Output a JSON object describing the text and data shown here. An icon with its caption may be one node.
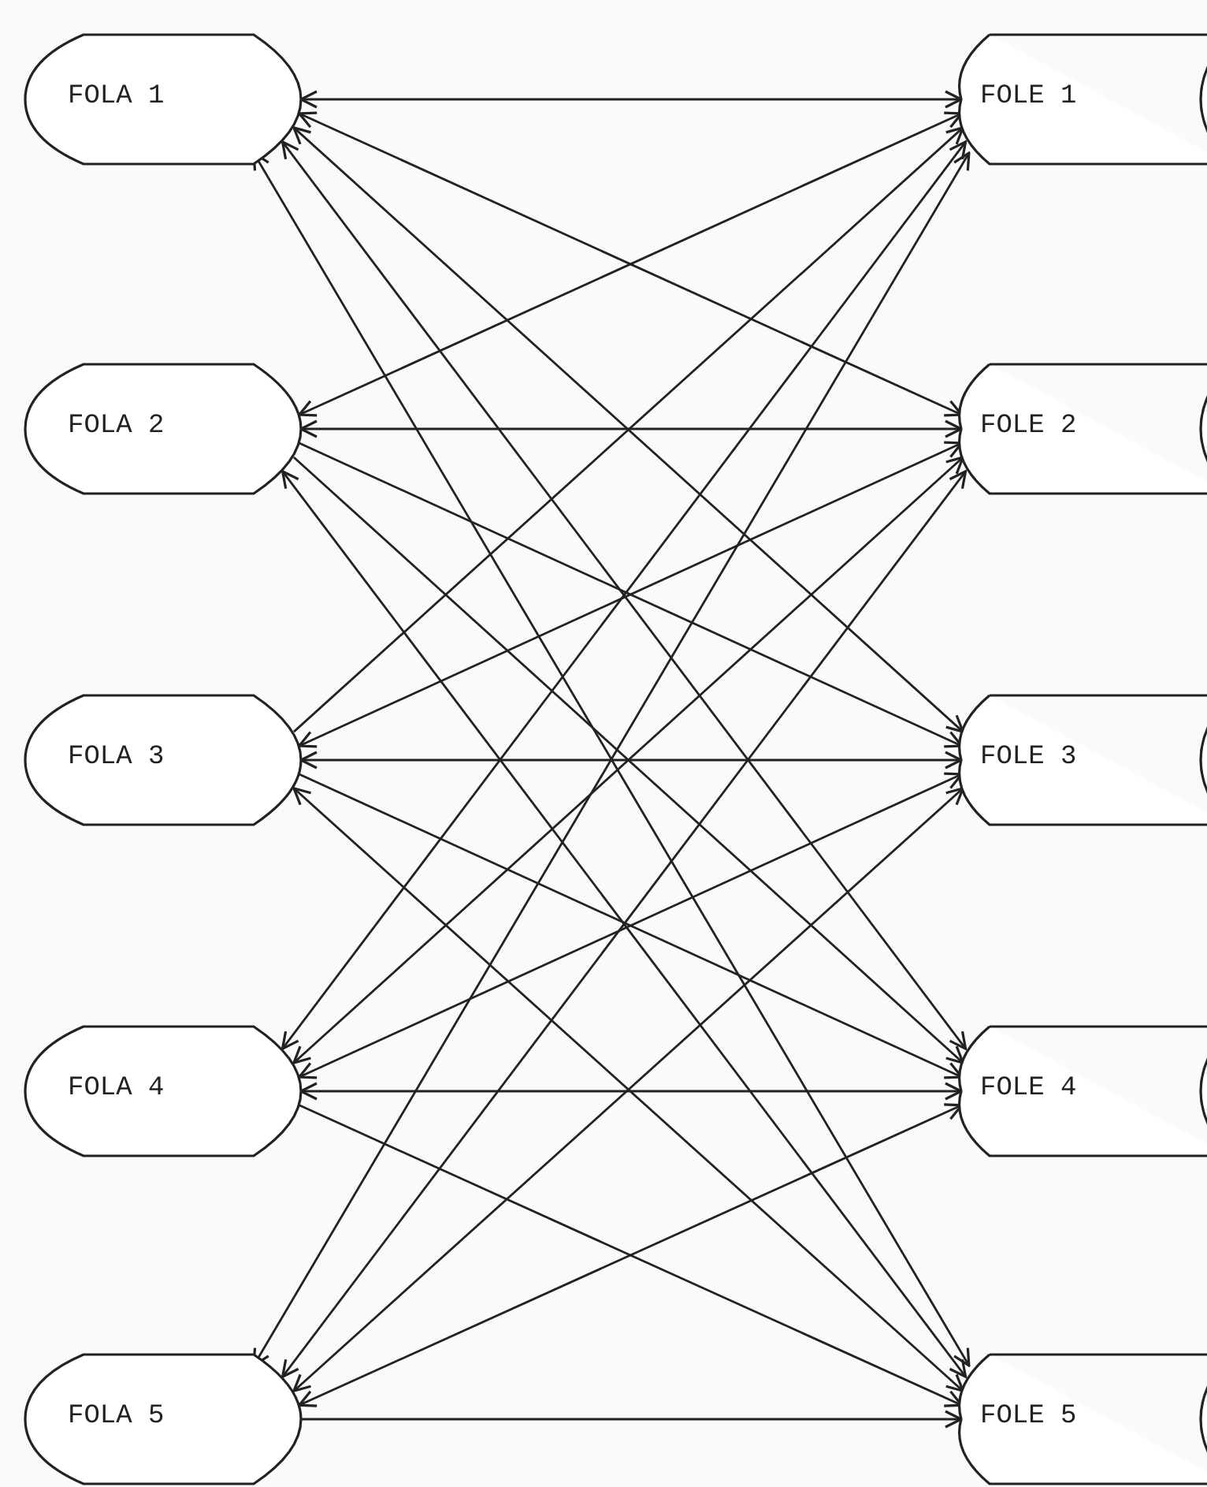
{
  "diagram": {
    "nodes": [
      {
        "text": [
          "FOLA 1"
        ]
      },
      {
        "text": [
          "FOLA 2"
        ]
      },
      {
        "text": [
          "FOLA 3"
        ]
      },
      {
        "text": [
          "FOLA 4"
        ]
      },
      {
        "text": [
          "FOLA 5"
        ]
      },
      {
        "text": [
          "FOLE 1"
        ]
      },
      {
        "text": [
          "FOLE 2"
        ]
      },
      {
        "text": [
          "FOLE 3"
        ]
      },
      {
        "text": [
          "FOLE 4"
        ]
      },
      {
        "text": [
          "FOLE 5"
        ]
      }
    ],
    "edges": [
      {
        "from": 0,
        "to": 5,
        "arrow": "both"
      },
      {
        "from": 0,
        "to": 6,
        "arrow": "both"
      },
      {
        "from": 0,
        "to": 7,
        "arrow": "both"
      },
      {
        "from": 0,
        "to": 8,
        "arrow": "both"
      },
      {
        "from": 0,
        "to": 9,
        "arrow": "both"
      },
      {
        "from": 1,
        "to": 5,
        "arrow": "both"
      },
      {
        "from": 1,
        "to": 6,
        "arrow": "both"
      },
      {
        "from": 1,
        "to": 7,
        "arrow": "to"
      },
      {
        "from": 1,
        "to": 8,
        "arrow": "to"
      },
      {
        "from": 1,
        "to": 9,
        "arrow": "both"
      },
      {
        "from": 2,
        "to": 5,
        "arrow": "to"
      },
      {
        "from": 2,
        "to": 6,
        "arrow": "both"
      },
      {
        "from": 2,
        "to": 7,
        "arrow": "both"
      },
      {
        "from": 2,
        "to": 8,
        "arrow": "to"
      },
      {
        "from": 2,
        "to": 9,
        "arrow": "both"
      },
      {
        "from": 3,
        "to": 5,
        "arrow": "both"
      },
      {
        "from": 3,
        "to": 6,
        "arrow": "both"
      },
      {
        "from": 3,
        "to": 7,
        "arrow": "both"
      },
      {
        "from": 3,
        "to": 8,
        "arrow": "both"
      },
      {
        "from": 3,
        "to": 9,
        "arrow": "to"
      },
      {
        "from": 4,
        "to": 5,
        "arrow": "both"
      },
      {
        "from": 4,
        "to": 6,
        "arrow": "both"
      },
      {
        "from": 4,
        "to": 7,
        "arrow": "both"
      },
      {
        "from": 4,
        "to": 8,
        "arrow": "both"
      },
      {
        "from": 4,
        "to": 9,
        "arrow": "to"
      }
    ]
  }
}
